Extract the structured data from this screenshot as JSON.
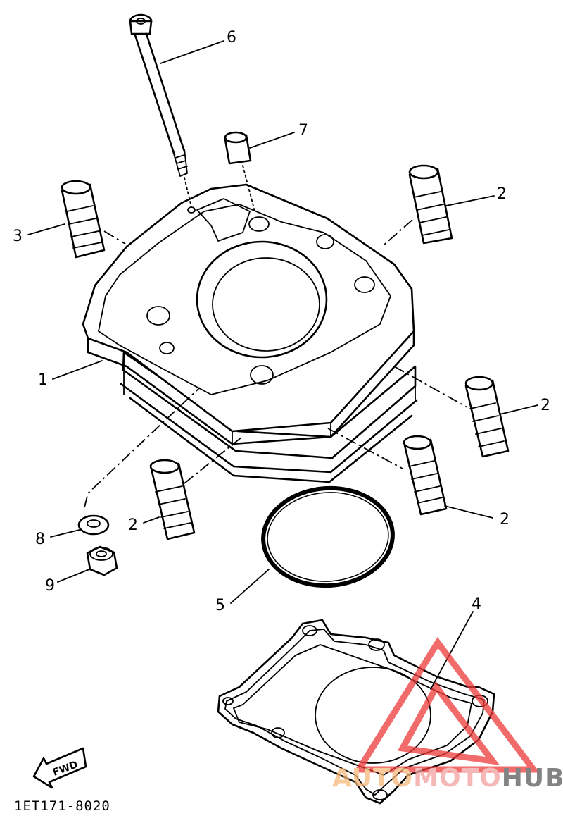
{
  "diagram": {
    "drawing_code": "1ET171-8020",
    "fwd_label": "FWD",
    "callouts": [
      {
        "number": "1"
      },
      {
        "number": "2"
      },
      {
        "number": "2"
      },
      {
        "number": "2"
      },
      {
        "number": "2"
      },
      {
        "number": "3"
      },
      {
        "number": "4"
      },
      {
        "number": "5"
      },
      {
        "number": "6"
      },
      {
        "number": "7"
      },
      {
        "number": "8"
      },
      {
        "number": "9"
      }
    ]
  },
  "watermark": {
    "part1": "AUTO",
    "part2": "MOTO",
    "part3": "HUB",
    "colors": {
      "auto": "#f6b87a",
      "moto": "#f4a0a0",
      "hub": "#5a5a5a",
      "triangle": "#ee3a3a"
    }
  }
}
